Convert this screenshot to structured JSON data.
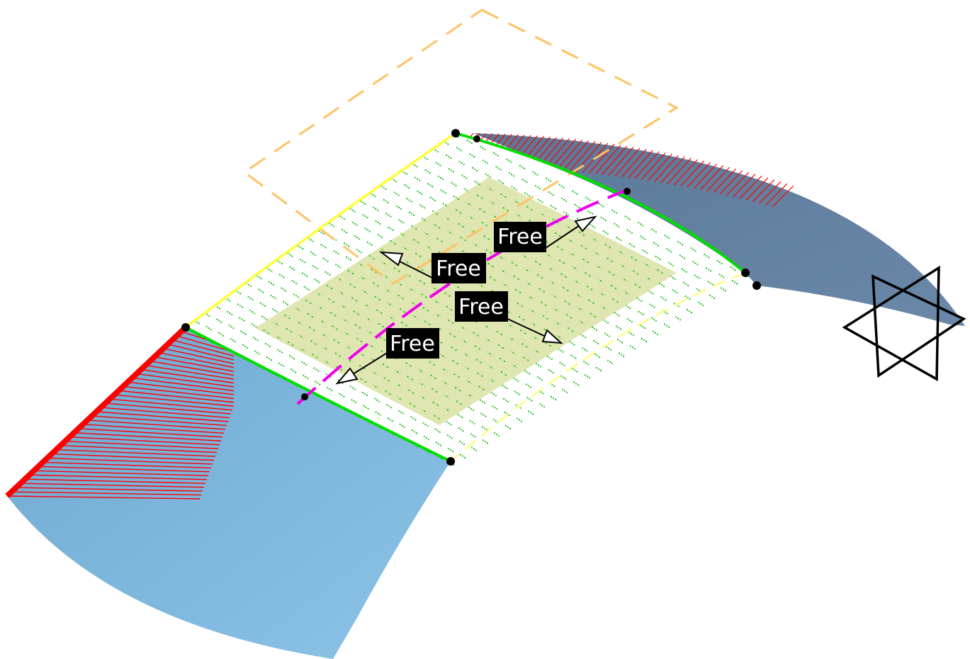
{
  "viewport": {
    "background_color": "#ffffff",
    "colors": {
      "surface_front": "#7ab8de",
      "surface_back": "#5f7f9e",
      "tension_red": "#ff0000",
      "boundary_green": "#00dd00",
      "boundary_yellow": "#ffff33",
      "connection_dots": "#33cc33",
      "patch_fill": "#d8e0a0",
      "plane_dashed": "#ffc266",
      "center_line": "#ee00ee",
      "label_bg": "#000000",
      "label_text": "#ffffff"
    },
    "continuity_labels": [
      "Free",
      "Free",
      "Free",
      "Free"
    ],
    "compass_icon": "star-of-david-icon"
  }
}
